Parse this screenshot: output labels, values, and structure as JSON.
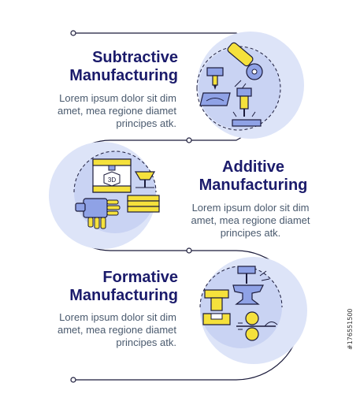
{
  "steps": [
    {
      "title": "Subtractive Manufacturing",
      "body": "Lorem ipsum dolor sit dim amet, mea regione diamet principes atk.",
      "icon": "subtractive-manufacturing-icon"
    },
    {
      "title": "Additive Manufacturing",
      "body": "Lorem ipsum dolor sit dim amet, mea regione diamet principes atk.",
      "icon": "additive-manufacturing-icon"
    },
    {
      "title": "Formative Manufacturing",
      "body": "Lorem ipsum dolor sit dim amet, mea regione diamet principes atk.",
      "icon": "formative-manufacturing-icon"
    }
  ],
  "icon_labels": {
    "printer_label": "3D"
  },
  "watermark": {
    "id": "#176551500"
  },
  "colors": {
    "title": "#1b1b6b",
    "body_text": "#4a5a6e",
    "circle_fill": "#dde4f8",
    "circle_fill_inner": "#c9d3f3",
    "line": "#1b1b3b",
    "icon_yellow": "#f5e13c",
    "icon_blue": "#8fa2e6"
  }
}
